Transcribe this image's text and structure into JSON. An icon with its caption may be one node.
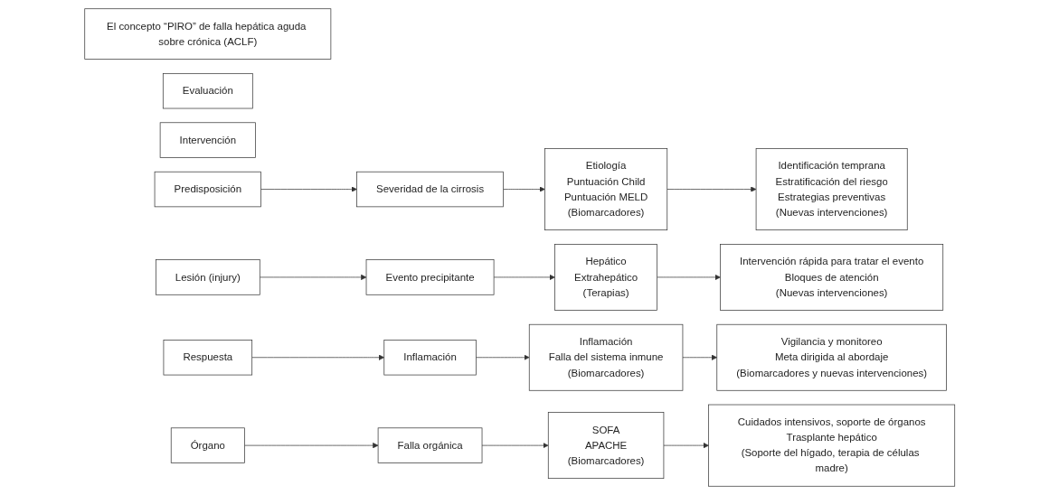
{
  "diagram": {
    "nodes": [
      {
        "text": [
          "El concepto “PIRO” de falla hepática aguda sobre crónica (ACLF)"
        ]
      },
      {
        "text": [
          "Evaluación"
        ]
      },
      {
        "text": [
          "Intervención"
        ]
      },
      {
        "text": [
          "Predisposición"
        ]
      },
      {
        "text": [
          "Severidad de la cirrosis"
        ]
      },
      {
        "text": [
          "Etiología",
          "Puntuación Child",
          "Puntuación MELD",
          "(Biomarcadores)"
        ]
      },
      {
        "text": [
          "Identificación temprana",
          "Estratificación del riesgo",
          "Estrategias preventivas",
          "(Nuevas intervenciones)"
        ]
      },
      {
        "text": [
          "Lesión (injury)"
        ]
      },
      {
        "text": [
          "Evento precipitante"
        ]
      },
      {
        "text": [
          "Hepático",
          "Extrahepático",
          "(Terapias)"
        ]
      },
      {
        "text": [
          "Intervención rápida para tratar el evento",
          "Bloques de atención",
          "(Nuevas intervenciones)"
        ]
      },
      {
        "text": [
          "Respuesta"
        ]
      },
      {
        "text": [
          "Inflamación"
        ]
      },
      {
        "text": [
          "Inflamación",
          "Falla del sistema inmune",
          "(Biomarcadores)"
        ]
      },
      {
        "text": [
          "Vigilancia y monitoreo",
          "Meta dirigida al abordaje",
          "(Biomarcadores y nuevas intervenciones)"
        ]
      },
      {
        "text": [
          "Órgano"
        ]
      },
      {
        "text": [
          "Falla orgánica"
        ]
      },
      {
        "text": [
          "SOFA",
          "APACHE",
          "(Biomarcadores)"
        ]
      },
      {
        "text": [
          "Cuidados intensivos, soporte de órganos",
          "Trasplante hepático",
          "(Soporte del hígado, terapia de células madre)"
        ]
      }
    ],
    "edges": [
      {
        "from": 3,
        "to": 4,
        "arrow": "to"
      },
      {
        "from": 4,
        "to": 5,
        "arrow": "to"
      },
      {
        "from": 5,
        "to": 6,
        "arrow": "to"
      },
      {
        "from": 7,
        "to": 8,
        "arrow": "to"
      },
      {
        "from": 8,
        "to": 9,
        "arrow": "to"
      },
      {
        "from": 9,
        "to": 10,
        "arrow": "to"
      },
      {
        "from": 11,
        "to": 12,
        "arrow": "to"
      },
      {
        "from": 12,
        "to": 13,
        "arrow": "to"
      },
      {
        "from": 13,
        "to": 14,
        "arrow": "to"
      },
      {
        "from": 15,
        "to": 16,
        "arrow": "to"
      },
      {
        "from": 16,
        "to": 17,
        "arrow": "to"
      },
      {
        "from": 17,
        "to": 18,
        "arrow": "to"
      }
    ]
  }
}
